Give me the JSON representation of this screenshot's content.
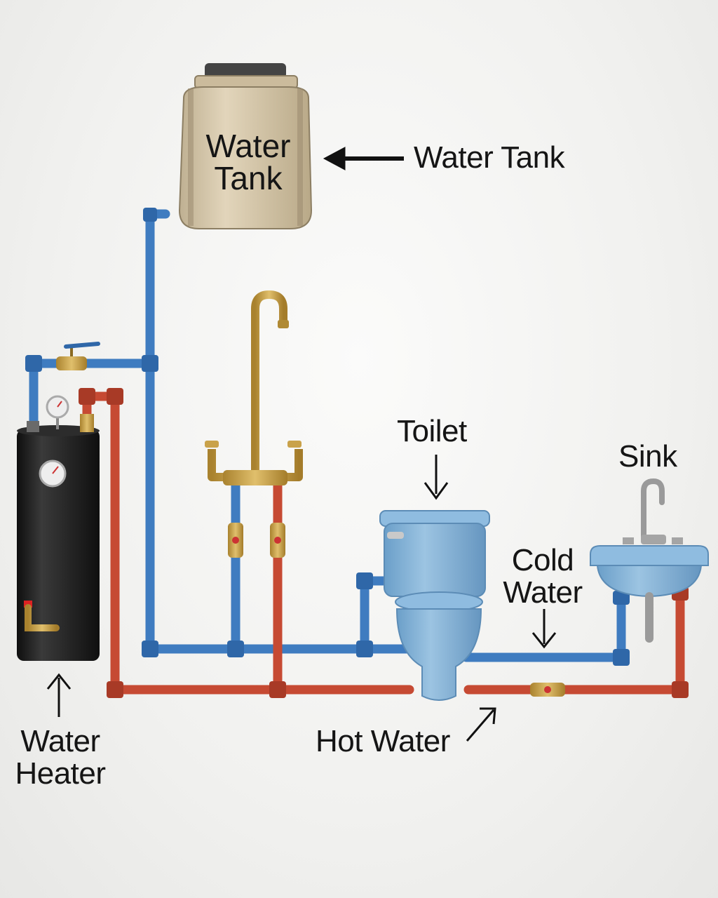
{
  "colors": {
    "cold_pipe": "#3f7cc0",
    "hot_pipe": "#c64a33",
    "brass": "#c9a24a",
    "fixture_blue": "#7fb0d6",
    "tank_beige": "#d9cbb0",
    "heater_black": "#1c1c1c",
    "arrow": "#111111",
    "background": "#f2f2f0"
  },
  "diagram": {
    "tank_text_line1": "Water",
    "tank_text_line2": "Tank",
    "labels": {
      "water_tank": "Water Tank",
      "toilet": "Toilet",
      "sink": "Sink",
      "cold_water_line1": "Cold",
      "cold_water_line2": "Water",
      "hot_water": "Hot Water",
      "water_heater_line1": "Water",
      "water_heater_line2": "Heater"
    },
    "icons": [
      "arrow-left-icon",
      "arrow-down-icon",
      "arrow-up-icon",
      "arrow-diagonal-icon",
      "pressure-gauge-icon",
      "ball-valve-icon"
    ]
  }
}
